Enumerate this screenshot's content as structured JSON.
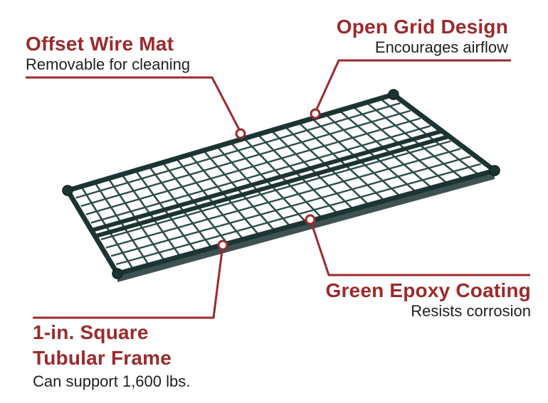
{
  "callouts": {
    "offset_wire_mat": {
      "title": "Offset Wire Mat",
      "subtitle": "Removable for cleaning"
    },
    "open_grid_design": {
      "title": "Open Grid Design",
      "subtitle": "Encourages airflow"
    },
    "green_epoxy_coating": {
      "title": "Green Epoxy Coating",
      "subtitle": "Resists corrosion"
    },
    "tubular_frame": {
      "title_line1": "1-in. Square",
      "title_line2": "Tubular Frame",
      "subtitle": "Can support 1,600 lbs."
    }
  },
  "colors": {
    "accent": "#9b2a2c",
    "shelf_green": "#2e4d4c",
    "shelf_dark": "#1c3433",
    "text": "#1f1f1f"
  },
  "image": {
    "subject": "wire-shelf"
  }
}
